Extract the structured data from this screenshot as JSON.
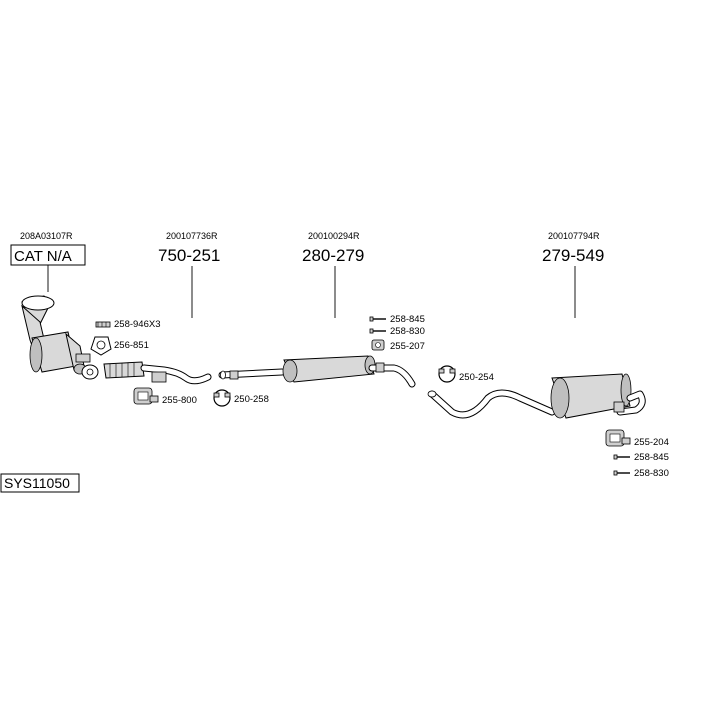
{
  "diagram": {
    "system_code": "SYS11050",
    "sections": [
      {
        "oem_code": "208A03107R",
        "label": "CAT N/A"
      },
      {
        "oem_code": "200107736R",
        "label": "750-251"
      },
      {
        "oem_code": "200100294R",
        "label": "280-279"
      },
      {
        "oem_code": "200107794R",
        "label": "279-549"
      }
    ],
    "fittings": [
      "258-946X3",
      "256-851",
      "255-800",
      "250-258",
      "258-845",
      "258-830",
      "255-207",
      "250-254",
      "255-204",
      "258-845",
      "258-830"
    ]
  }
}
